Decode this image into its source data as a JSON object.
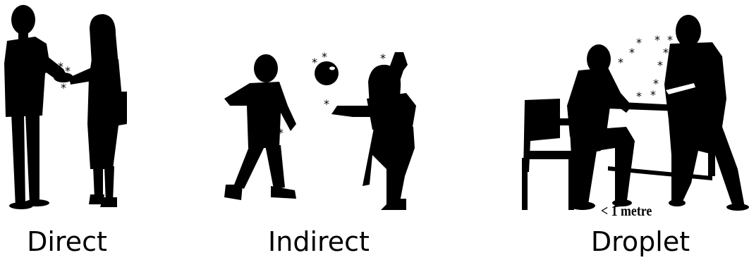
{
  "panels": [
    {
      "label": "Direct"
    },
    {
      "label": "Indirect"
    },
    {
      "label": "Droplet"
    }
  ],
  "annotations": {
    "distance": "< 1 metre",
    "particle_symbol": "*"
  },
  "colors": {
    "silhouette": "#000000",
    "background": "#ffffff",
    "highlight": "#ffffff"
  }
}
